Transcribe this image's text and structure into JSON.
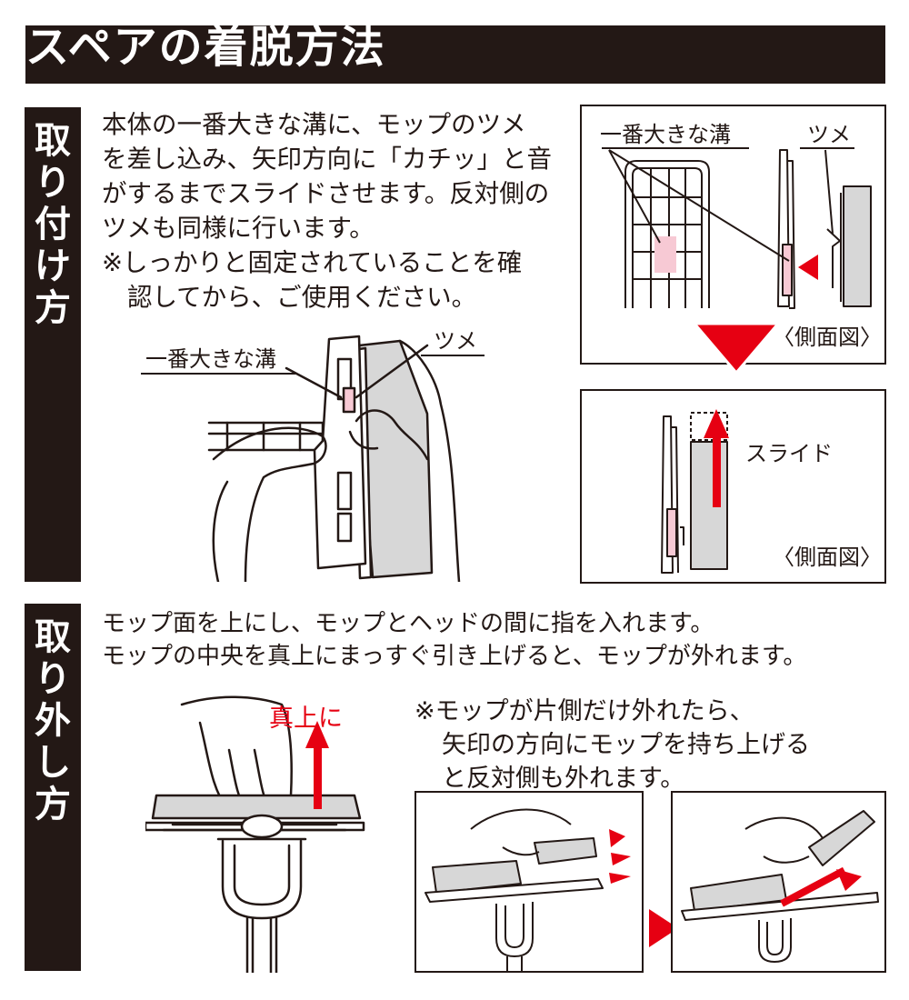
{
  "title": "スペアの着脱方法",
  "attach": {
    "heading_chars": [
      "取",
      "り",
      "付",
      "け",
      "方"
    ],
    "instructions": [
      "本体の一番大きな溝に、モップのツメ",
      "を差し込み、矢印方向に「カチッ」と音",
      "がするまでスライドさせます。反対側の",
      "ツメも同様に行います。",
      "※しっかりと固定されていることを確",
      "認してから、ご使用ください。"
    ],
    "illus_groove_label": "一番大きな溝",
    "illus_tab_label": "ツメ",
    "side_view1": {
      "groove_label": "一番大きな溝",
      "tab_label": "ツメ",
      "caption": "〈側面図〉"
    },
    "side_view2": {
      "slide_label": "スライド",
      "caption": "〈側面図〉"
    }
  },
  "remove": {
    "heading_chars": [
      "取",
      "り",
      "外",
      "し",
      "方"
    ],
    "instructions": [
      "モップ面を上にし、モップとヘッドの間に指を入れます。",
      "モップの中央を真上にまっすぐ引き上げると、モップが外れます。"
    ],
    "up_label": "真上に",
    "note": [
      "※モップが片側だけ外れたら、",
      "矢印の方向にモップを持ち上げる",
      "と反対側も外れます。"
    ]
  },
  "colors": {
    "dark": "#231815",
    "accent_red": "#e60012",
    "pink": "#f7c9d4",
    "gray": "#d7d7d7"
  }
}
